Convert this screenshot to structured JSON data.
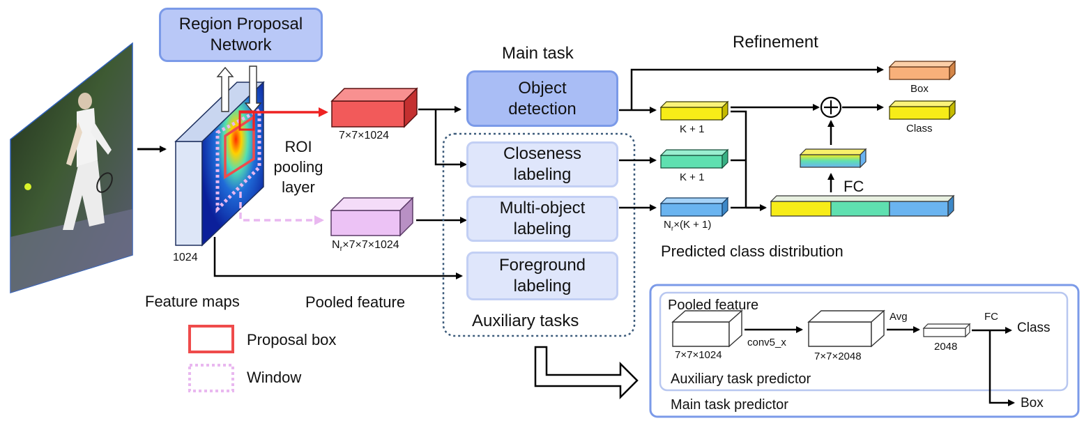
{
  "rpn": {
    "label": "Region Proposal Network"
  },
  "feature_maps": {
    "channels_label": "1024",
    "caption": "Feature maps"
  },
  "roi_pooling": {
    "label": "ROI pooling layer"
  },
  "pooled": {
    "main_dim": "7×7×1024",
    "window_dim_prefix": "N",
    "window_dim_sub": "r",
    "window_dim_suffix": "×7×7×1024",
    "caption": "Pooled feature"
  },
  "main_task": {
    "header": "Main task",
    "label": "Object detection"
  },
  "aux_tasks": {
    "header": "Auxiliary tasks",
    "items": [
      {
        "label": "Closeness labeling"
      },
      {
        "label": "Multi-object labeling"
      },
      {
        "label": "Foreground labeling"
      }
    ]
  },
  "refinement": {
    "header": "Refinement",
    "outputs": [
      {
        "label": "K + 1"
      },
      {
        "label": "K + 1"
      },
      {
        "label_prefix": "N",
        "label_sub": "r",
        "label_suffix": "×(K + 1)"
      }
    ],
    "fc_label": "FC",
    "box_label": "Box",
    "class_label": "Class",
    "distribution_caption": "Predicted class distribution"
  },
  "legend": {
    "proposal_box": "Proposal box",
    "window": "Window"
  },
  "predictor": {
    "aux_caption": "Auxiliary task predictor",
    "main_caption": "Main task predictor",
    "pooled_label": "Pooled feature",
    "block1_dim": "7×7×1024",
    "conv_label": "conv5_x",
    "block2_dim": "7×7×2048",
    "avg_label": "Avg",
    "vector_dim": "2048",
    "fc_label": "FC",
    "class_label": "Class",
    "box_label": "Box"
  },
  "colors": {
    "red_feature": "#f25a5a",
    "pink_feature": "#ecc2f5",
    "yellow": "#f7ec18",
    "teal": "#5fe0b0",
    "blue": "#6ab4f0",
    "orange": "#f8b07a",
    "main_task_fill": "#a9bdf5",
    "aux_task_fill": "#dfe6fb",
    "proposal_red": "#ef4b4b",
    "window_pink": "#e9b8f0"
  }
}
